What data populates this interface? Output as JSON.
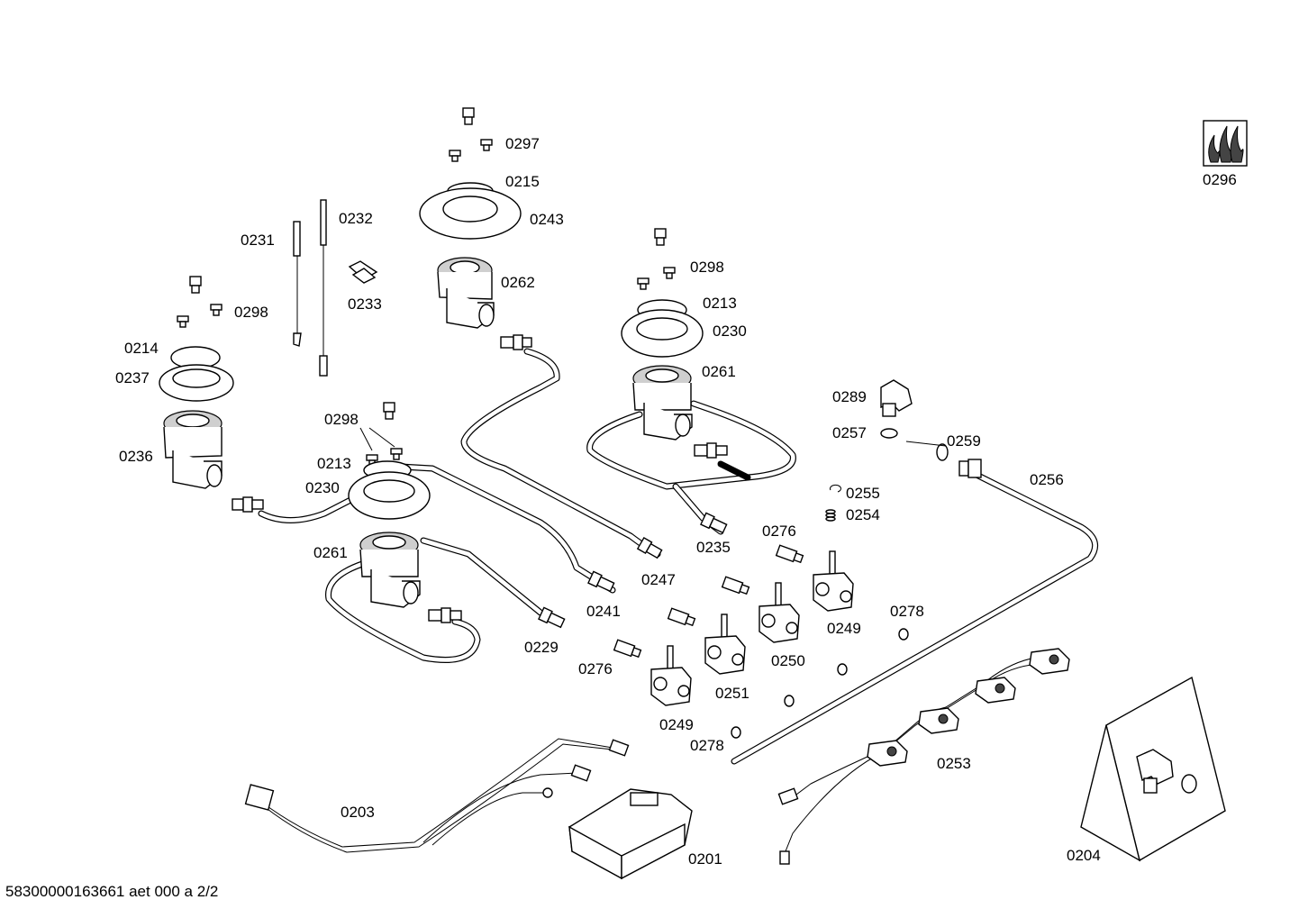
{
  "footer": "58300000163661 aet 000 a 2/2",
  "labels": {
    "l0297": "0297",
    "l0215": "0215",
    "l0243": "0243",
    "l0262": "0262",
    "l0231": "0231",
    "l0232": "0232",
    "l0233": "0233",
    "l0298_left": "0298",
    "l0214": "0214",
    "l0237": "0237",
    "l0236": "0236",
    "l0298_mid": "0298",
    "l0213_mid": "0213",
    "l0230_mid": "0230",
    "l0261_mid": "0261",
    "l0298_right": "0298",
    "l0213_right": "0213",
    "l0230_right": "0230",
    "l0261_right": "0261",
    "l0289": "0289",
    "l0257": "0257",
    "l0259": "0259",
    "l0256": "0256",
    "l0255": "0255",
    "l0254": "0254",
    "l0235": "0235",
    "l0247": "0247",
    "l0241": "0241",
    "l0229": "0229",
    "l0276_top": "0276",
    "l0276_bot": "0276",
    "l0249_right": "0249",
    "l0249_left": "0249",
    "l0250": "0250",
    "l0251": "0251",
    "l0278_top": "0278",
    "l0278_bot": "0278",
    "l0253": "0253",
    "l0203": "0203",
    "l0201": "0201",
    "l0204": "0204",
    "l0296": "0296"
  }
}
